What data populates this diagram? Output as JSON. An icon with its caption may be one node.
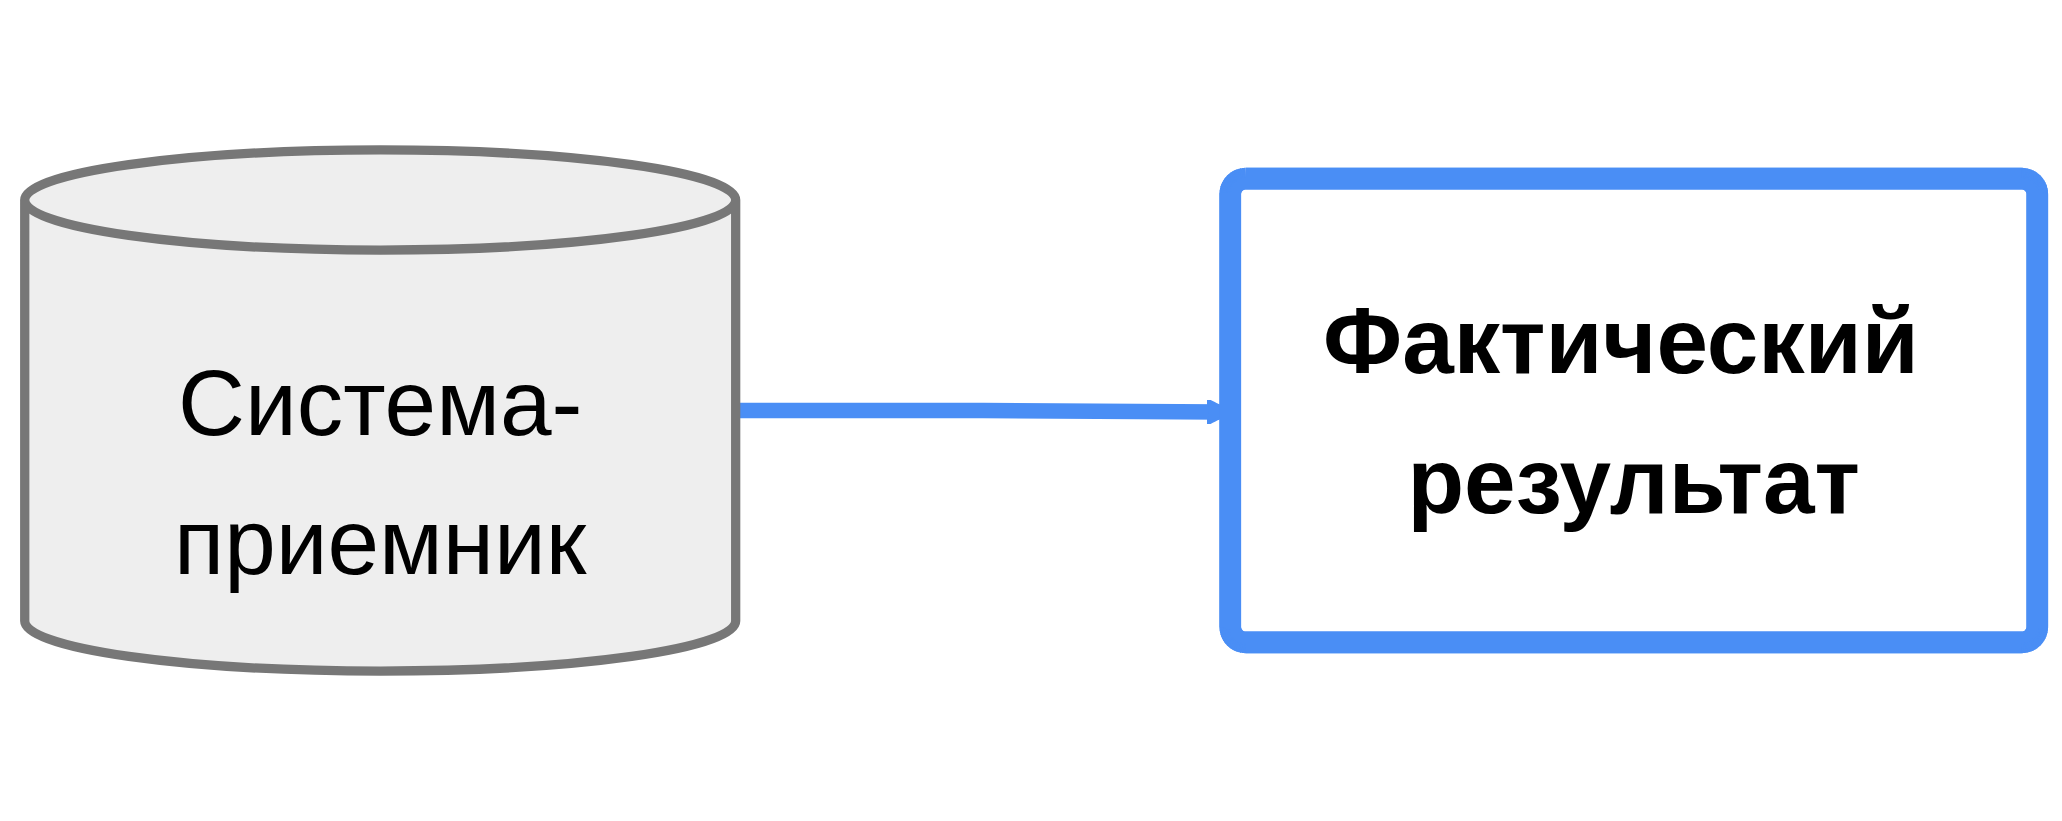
{
  "diagram": {
    "nodes": [
      {
        "text": [
          "Система-приемник"
        ]
      },
      {
        "text": [
          "Фактический результат"
        ]
      }
    ],
    "edges": [
      {
        "from": 0,
        "to": 1,
        "arrow": "to"
      }
    ]
  }
}
